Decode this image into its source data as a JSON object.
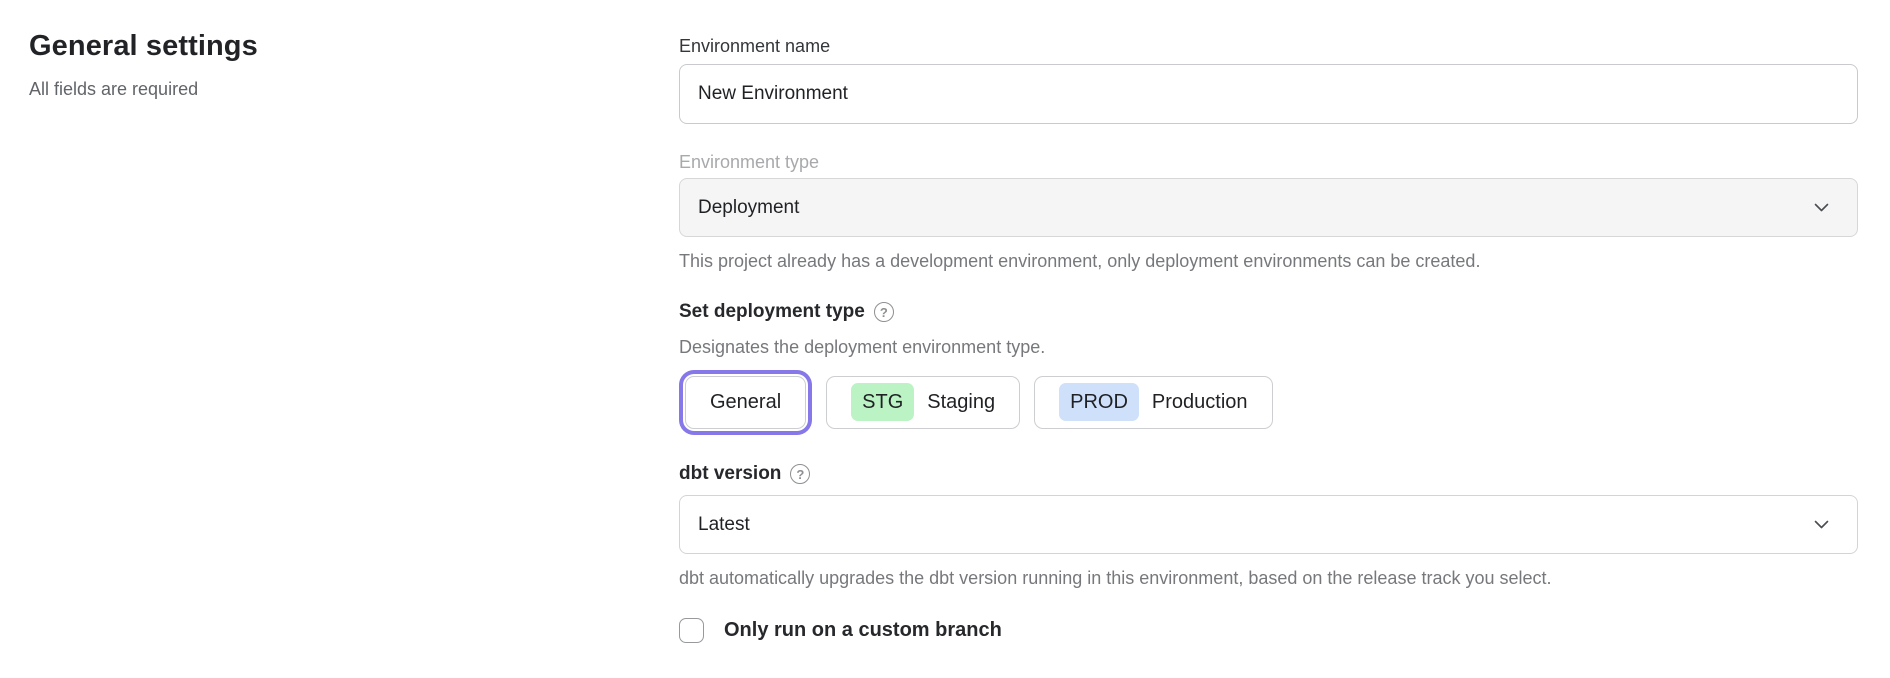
{
  "page": {
    "heading": "General settings",
    "subheading": "All fields are required"
  },
  "form": {
    "environment_name": {
      "label": "Environment name",
      "value": "New Environment"
    },
    "environment_type": {
      "label": "Environment type",
      "value": "Deployment",
      "disabled": true,
      "helper": "This project already has a development environment, only deployment environments can be created."
    },
    "deployment_type": {
      "label": "Set deployment type",
      "description": "Designates the deployment environment type.",
      "options": [
        {
          "label": "General",
          "selected": true
        },
        {
          "badge": "STG",
          "label": "Staging",
          "selected": false
        },
        {
          "badge": "PROD",
          "label": "Production",
          "selected": false
        }
      ]
    },
    "dbt_version": {
      "label": "dbt version",
      "value": "Latest",
      "helper": "dbt automatically upgrades the dbt version running in this environment, based on the release track you select."
    },
    "custom_branch": {
      "label": "Only run on a custom branch",
      "checked": false
    }
  },
  "icons": {
    "help_glyph": "?"
  },
  "colors": {
    "accent_ring": "#8678e8",
    "stg_badge_bg": "#bbf3c5",
    "prod_badge_bg": "#cfe0fb"
  }
}
